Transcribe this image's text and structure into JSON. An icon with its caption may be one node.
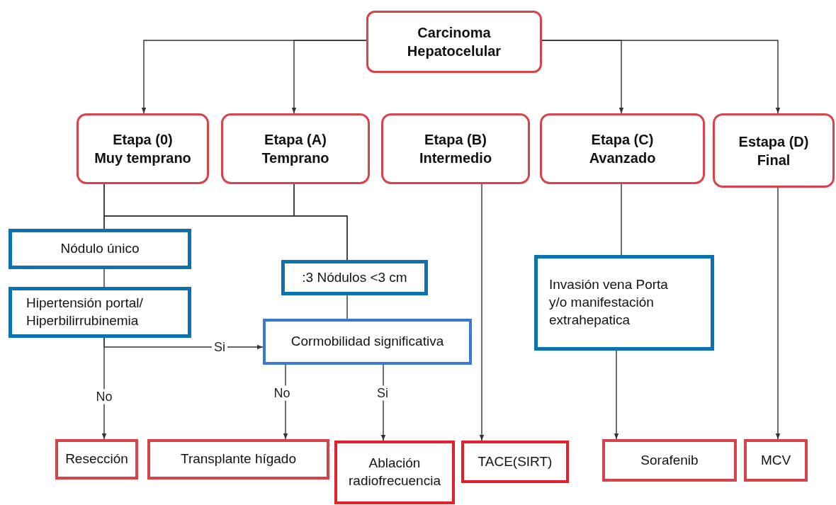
{
  "diagram": {
    "nodes": [
      {
        "text": [
          "Carcinoma Hepatocelular"
        ]
      },
      {
        "text": [
          "Etapa (0)",
          "Muy temprano"
        ]
      },
      {
        "text": [
          "Etapa (A)",
          "Temprano"
        ]
      },
      {
        "text": [
          "Etapa (B)",
          "Intermedio"
        ]
      },
      {
        "text": [
          "Etapa (C)",
          "Avanzado"
        ]
      },
      {
        "text": [
          "Estapa (D)",
          "Final"
        ]
      },
      {
        "text": [
          "Nódulo único"
        ]
      },
      {
        "text": [
          ":3 Nódulos <3 cm"
        ]
      },
      {
        "text": [
          "Hipertensión portal/ Hiperbilirrubinemia"
        ]
      },
      {
        "text": [
          "Cormobilidad significativa"
        ]
      },
      {
        "text": [
          "Invasión vena Porta y/o manifestación extrahepatica"
        ]
      },
      {
        "text": [
          "Resección"
        ]
      },
      {
        "text": [
          "Transplante hígado"
        ]
      },
      {
        "text": [
          "Ablación radiofrecuencia"
        ]
      },
      {
        "text": [
          "TACE(SIRT)"
        ]
      },
      {
        "text": [
          "Sorafenib"
        ]
      },
      {
        "text": [
          "MCV"
        ]
      }
    ],
    "edges": [
      {
        "from": 0,
        "to": 1,
        "arrow": "to"
      },
      {
        "from": 0,
        "to": 2,
        "arrow": "to"
      },
      {
        "from": 0,
        "to": 4,
        "arrow": "to"
      },
      {
        "from": 0,
        "to": 5,
        "arrow": "to"
      },
      {
        "from": 1,
        "to": 6,
        "arrow": "none"
      },
      {
        "from": 2,
        "to": 6,
        "arrow": "none"
      },
      {
        "from": 1,
        "to": 7,
        "arrow": "none"
      },
      {
        "from": 2,
        "to": 7,
        "arrow": "none"
      },
      {
        "from": 6,
        "to": 8,
        "arrow": "none"
      },
      {
        "from": 8,
        "to": 11,
        "arrow": "to",
        "label": "No"
      },
      {
        "from": 8,
        "to": 9,
        "arrow": "to",
        "label": "Si"
      },
      {
        "from": 7,
        "to": 9,
        "arrow": "none"
      },
      {
        "from": 9,
        "to": 12,
        "arrow": "to",
        "label": "No"
      },
      {
        "from": 9,
        "to": 13,
        "arrow": "to",
        "label": "Si"
      },
      {
        "from": 3,
        "to": 14,
        "arrow": "to"
      },
      {
        "from": 4,
        "to": 10,
        "arrow": "none"
      },
      {
        "from": 10,
        "to": 15,
        "arrow": "to"
      },
      {
        "from": 5,
        "to": 16,
        "arrow": "to"
      }
    ]
  }
}
